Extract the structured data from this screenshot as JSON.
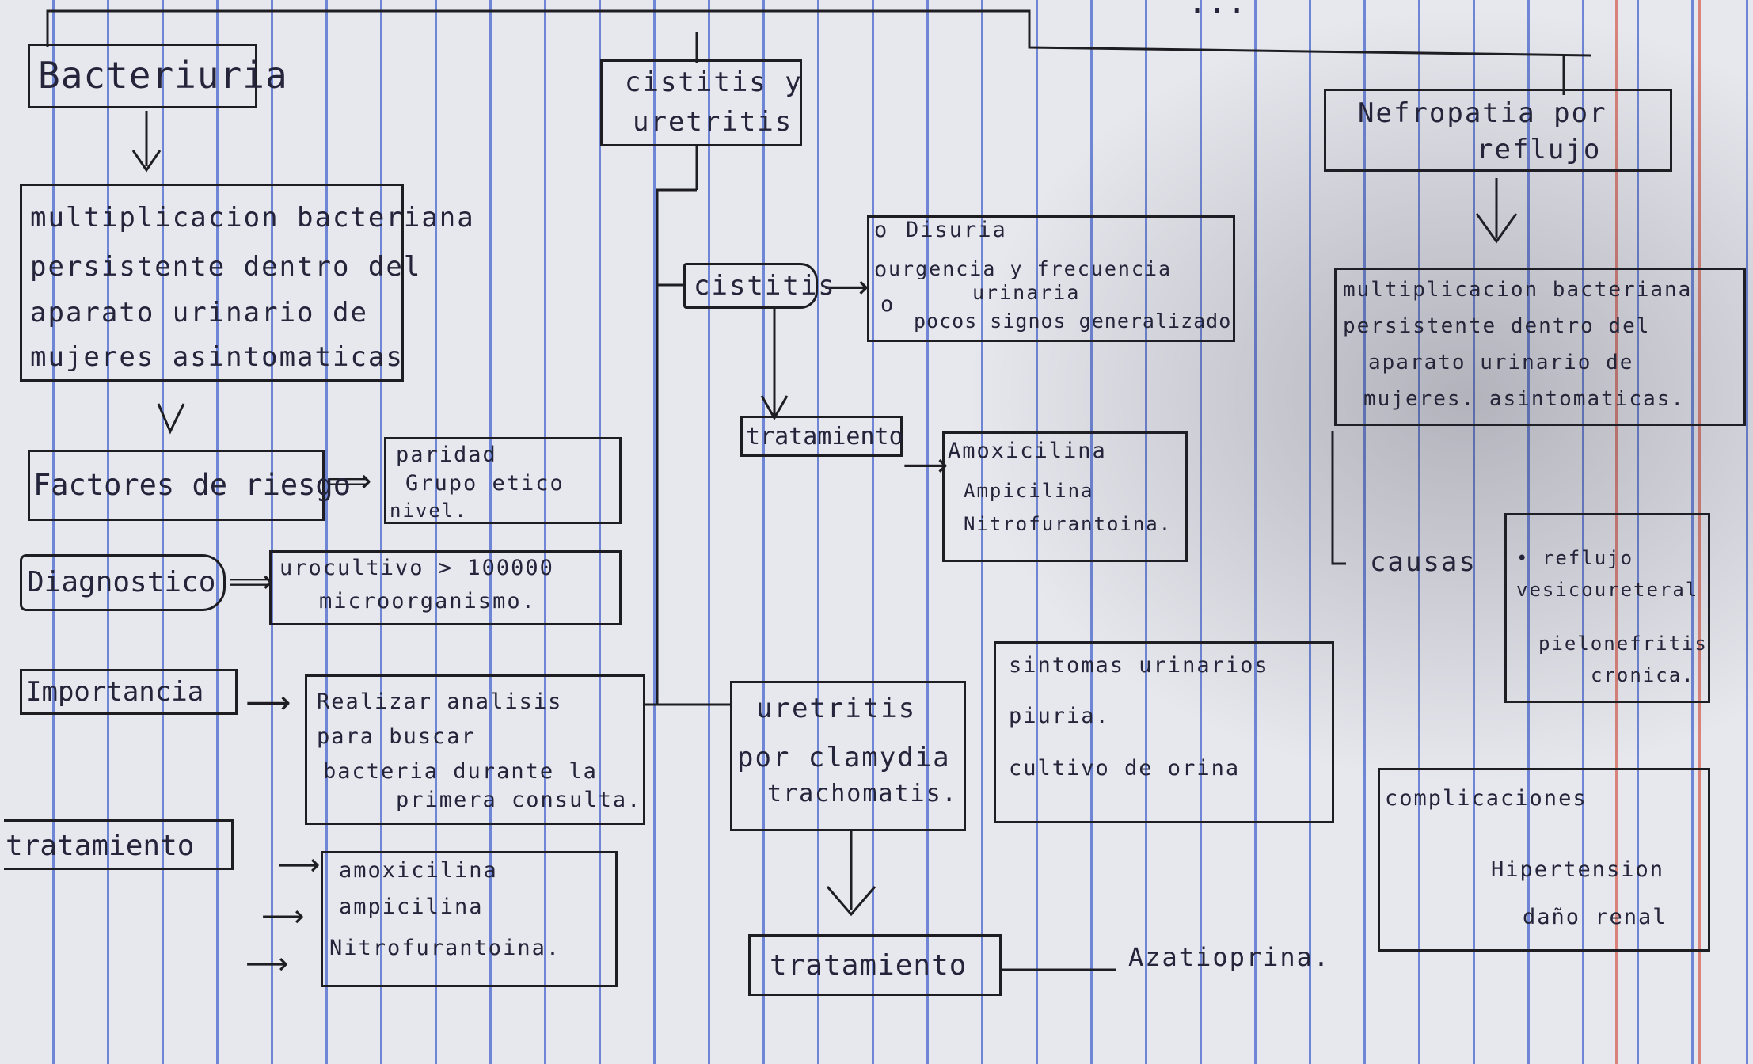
{
  "header": {
    "partial_title": "..."
  },
  "left": {
    "bacteriuria": "Bacteriuria",
    "definition": [
      "multiplicacion bacteriana",
      "persistente dentro del",
      "aparato urinario de",
      "mujeres asintomaticas"
    ],
    "risk_label": "Factores de riesgo",
    "risk_items": [
      "paridad",
      "Grupo etico",
      "nivel."
    ],
    "diagnosis_label": "Diagnostico",
    "diagnosis_items": [
      "urocultivo > 100000",
      "microorganismo."
    ],
    "importance_label": "Importancia",
    "importance_items": [
      "Realizar analisis",
      "para buscar",
      "bacteria durante la",
      "primera consulta."
    ],
    "treatment_label": "tratamiento",
    "treatment_items": [
      "amoxicilina",
      "ampicilina",
      "Nitrofurantoina."
    ]
  },
  "center": {
    "cystitis_urethritis": [
      "cistitis y",
      "uretritis"
    ],
    "cystitis": "cistitis",
    "cystitis_signs": [
      "Disuria",
      "urgencia y frecuencia",
      "urinaria",
      "pocos signos generalizado"
    ],
    "cystitis_treatment_label": "tratamiento",
    "cystitis_treatment_items": [
      "Amoxicilina",
      "Ampicilina",
      "Nitrofurantoina."
    ],
    "urethritis": [
      "uretritis",
      "por clamydia",
      "trachomatis."
    ],
    "urethritis_signs": [
      "sintomas urinarios",
      "piuria.",
      "cultivo de orina"
    ],
    "urethritis_treatment_label": "tratamiento",
    "urethritis_treatment_drug": "Azatioprina."
  },
  "right": {
    "nephropathy": [
      "Nefropatia por",
      "reflujo"
    ],
    "definition": [
      "multiplicacion bacteriana",
      "persistente dentro del",
      "aparato urinario de",
      "mujeres. asintomaticas."
    ],
    "causes_label": "causas",
    "causes_items": [
      "• reflujo",
      "vesicoureteral",
      "pielonefritis",
      "cronica."
    ],
    "complications_label": "complicaciones",
    "complications_items": [
      "Hipertension",
      "daño renal"
    ]
  },
  "colors": {
    "ink": "#1d1d22",
    "rule": "#6f86d6",
    "margin": "#d9837a",
    "paper": "#e7e8ee"
  }
}
